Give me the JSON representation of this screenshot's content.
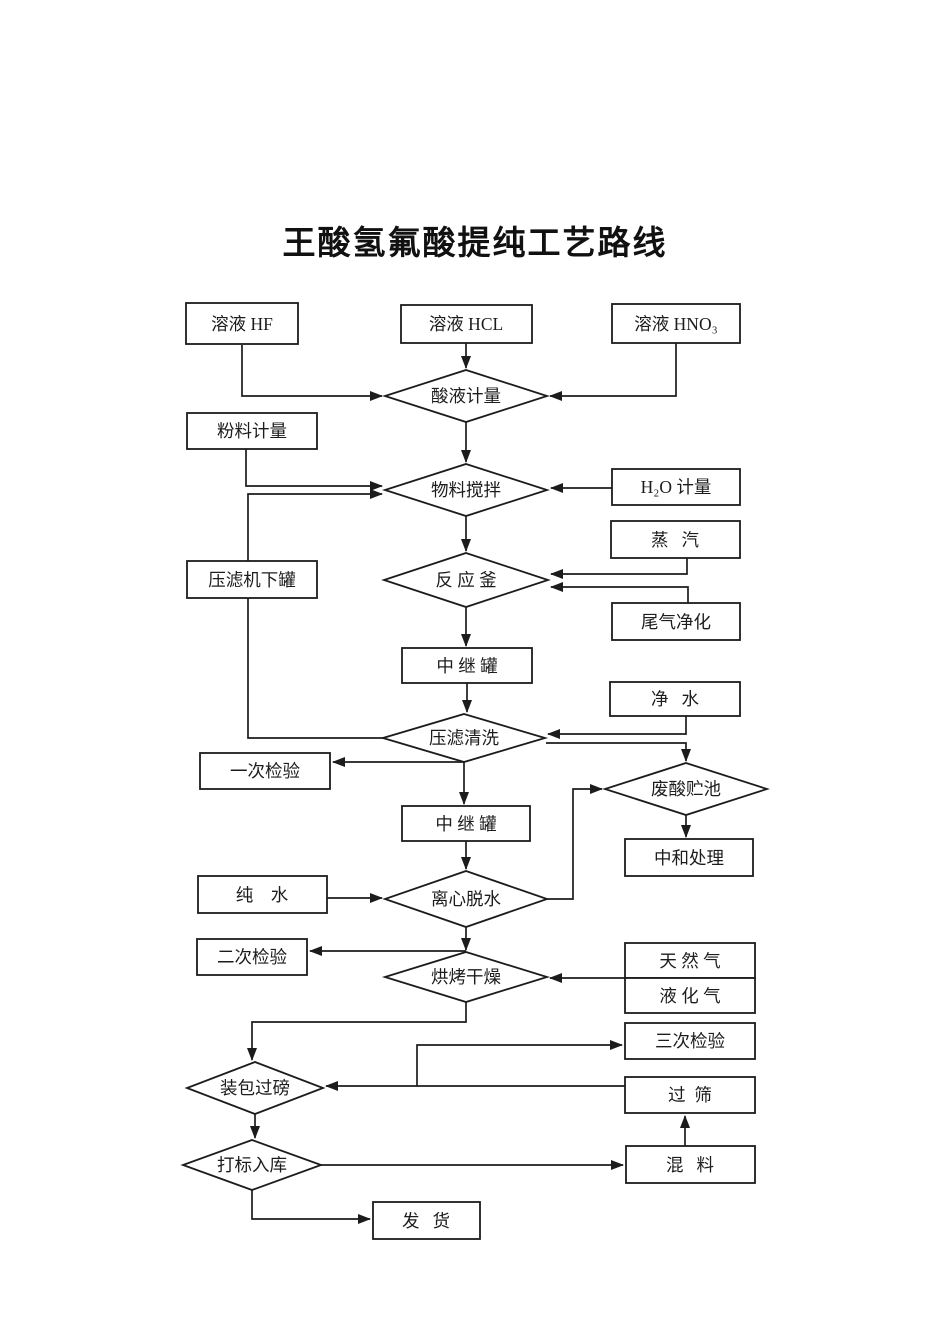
{
  "title": "王酸氢氟酸提纯工艺路线",
  "colors": {
    "ink": "#1c1c1c",
    "background": "#ffffff"
  },
  "nodes": {
    "sol_hf": {
      "type": "box",
      "label": "溶液 HF"
    },
    "sol_hcl": {
      "type": "box",
      "label": "溶液 HCL"
    },
    "sol_hno3": {
      "type": "box",
      "label": "溶液 HNO₃"
    },
    "suanye_jiliang": {
      "type": "diamond",
      "label": "酸液计量"
    },
    "fenliao_jiliang": {
      "type": "box",
      "label": "粉料计量"
    },
    "wuliao_jiaoban": {
      "type": "diamond",
      "label": "物料搅拌"
    },
    "h2o_jiliang": {
      "type": "box",
      "label": "H₂O 计量"
    },
    "zhengqi": {
      "type": "box",
      "label": "蒸   汽"
    },
    "fanyingfu": {
      "type": "diamond",
      "label": "反 应 釜"
    },
    "weiqi_jinghua": {
      "type": "box",
      "label": "尾气净化"
    },
    "yalvji_xiaguan": {
      "type": "box",
      "label": "压滤机下罐"
    },
    "zhongjiguan_1": {
      "type": "box",
      "label": "中 继 罐"
    },
    "jingshui": {
      "type": "box",
      "label": "净   水"
    },
    "yalv_qingxi": {
      "type": "diamond",
      "label": "压滤清洗"
    },
    "yici_jianyan": {
      "type": "box",
      "label": "一次检验"
    },
    "feisuan_zhuchi": {
      "type": "diamond",
      "label": "废酸贮池"
    },
    "zhonghe_chuli": {
      "type": "box",
      "label": "中和处理"
    },
    "zhongjiguan_2": {
      "type": "box",
      "label": "中 继 罐"
    },
    "chunshui": {
      "type": "box",
      "label": "纯    水"
    },
    "lixin_tuoshui": {
      "type": "diamond",
      "label": "离心脱水"
    },
    "erci_jianyan": {
      "type": "box",
      "label": "二次检验"
    },
    "hongkao_ganzao": {
      "type": "diamond",
      "label": "烘烤干燥"
    },
    "tianranqi": {
      "type": "box",
      "label": "天 然 气"
    },
    "yehuaqi": {
      "type": "box",
      "label": "液 化 气"
    },
    "sanci_jianyan": {
      "type": "box",
      "label": "三次检验"
    },
    "zhuangbao_guobang": {
      "type": "diamond",
      "label": "装包过磅"
    },
    "guoshai": {
      "type": "box",
      "label": "过  筛"
    },
    "dabiao_ruku": {
      "type": "diamond",
      "label": "打标入库"
    },
    "hunliao": {
      "type": "box",
      "label": "混   料"
    },
    "fahuo": {
      "type": "box",
      "label": "发   货"
    }
  },
  "edges": [
    {
      "from": "sol_hf",
      "to": "suanye_jiliang"
    },
    {
      "from": "sol_hcl",
      "to": "suanye_jiliang"
    },
    {
      "from": "sol_hno3",
      "to": "suanye_jiliang"
    },
    {
      "from": "suanye_jiliang",
      "to": "wuliao_jiaoban"
    },
    {
      "from": "fenliao_jiliang",
      "to": "wuliao_jiaoban"
    },
    {
      "from": "yalvji_xiaguan",
      "to": "wuliao_jiaoban"
    },
    {
      "from": "h2o_jiliang",
      "to": "wuliao_jiaoban"
    },
    {
      "from": "wuliao_jiaoban",
      "to": "fanyingfu"
    },
    {
      "from": "zhengqi",
      "to": "fanyingfu"
    },
    {
      "from": "weiqi_jinghua",
      "to": "fanyingfu"
    },
    {
      "from": "fanyingfu",
      "to": "zhongjiguan_1"
    },
    {
      "from": "zhongjiguan_1",
      "to": "yalv_qingxi"
    },
    {
      "from": "jingshui",
      "to": "yalv_qingxi"
    },
    {
      "from": "yalv_qingxi",
      "to": "yalvji_xiaguan"
    },
    {
      "from": "yalv_qingxi",
      "to": "yici_jianyan"
    },
    {
      "from": "yalv_qingxi",
      "to": "feisuan_zhuchi"
    },
    {
      "from": "yalv_qingxi",
      "to": "zhongjiguan_2"
    },
    {
      "from": "zhongjiguan_2",
      "to": "lixin_tuoshui"
    },
    {
      "from": "chunshui",
      "to": "lixin_tuoshui"
    },
    {
      "from": "lixin_tuoshui",
      "to": "feisuan_zhuchi"
    },
    {
      "from": "feisuan_zhuchi",
      "to": "zhonghe_chuli"
    },
    {
      "from": "lixin_tuoshui",
      "to": "erci_jianyan"
    },
    {
      "from": "lixin_tuoshui",
      "to": "hongkao_ganzao"
    },
    {
      "from": "tianranqi",
      "to": "hongkao_ganzao"
    },
    {
      "from": "yehuaqi",
      "to": "hongkao_ganzao"
    },
    {
      "from": "hongkao_ganzao",
      "to": "zhuangbao_guobang"
    },
    {
      "from": "guoshai",
      "to": "zhuangbao_guobang"
    },
    {
      "from": "guoshai",
      "to": "sanci_jianyan"
    },
    {
      "from": "zhuangbao_guobang",
      "to": "dabiao_ruku"
    },
    {
      "from": "dabiao_ruku",
      "to": "hunliao"
    },
    {
      "from": "hunliao",
      "to": "guoshai"
    },
    {
      "from": "dabiao_ruku",
      "to": "fahuo"
    }
  ]
}
